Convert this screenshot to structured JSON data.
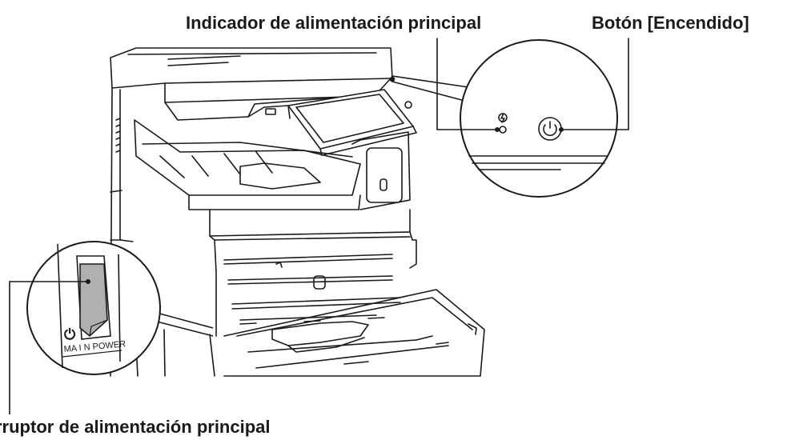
{
  "callouts": {
    "main_power_indicator": "Indicador de alimentación principal",
    "power_button": "Botón [Encendido]",
    "main_power_switch": "rruptor de alimentación principal"
  },
  "switch_panel": {
    "power_symbol": "⏻",
    "main_power_text": "MA I N POWER"
  },
  "colors": {
    "line": "#1a1a1a",
    "switch_fill": "#b0b0b0",
    "background": "#ffffff"
  }
}
